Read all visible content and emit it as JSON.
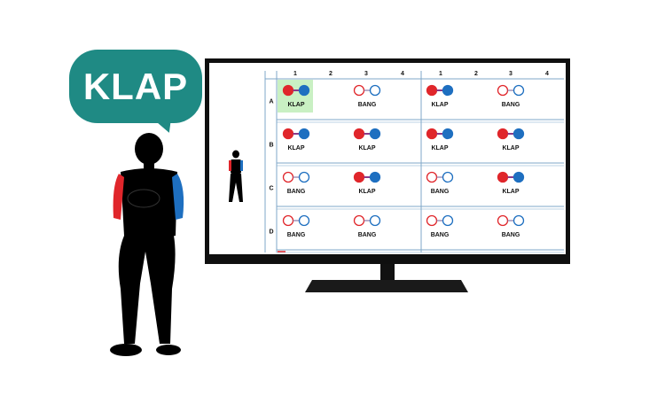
{
  "speech_bubble": {
    "text": "KLAP"
  },
  "grid": {
    "columns": [
      "1",
      "2",
      "3",
      "4",
      "1",
      "2",
      "3",
      "4"
    ],
    "rows": [
      {
        "label": "A",
        "cells": [
          {
            "state": "filled",
            "word": "KLAP",
            "highlight": true
          },
          {
            "state": "empty",
            "word": "BANG"
          },
          {
            "state": "filled",
            "word": "KLAP"
          },
          {
            "state": "empty",
            "word": "BANG"
          }
        ]
      },
      {
        "label": "B",
        "cells": [
          {
            "state": "filled",
            "word": "KLAP"
          },
          {
            "state": "filled",
            "word": "KLAP"
          },
          {
            "state": "filled",
            "word": "KLAP"
          },
          {
            "state": "filled",
            "word": "KLAP"
          }
        ]
      },
      {
        "label": "C",
        "cells": [
          {
            "state": "empty",
            "word": "BANG"
          },
          {
            "state": "filled",
            "word": "KLAP"
          },
          {
            "state": "empty",
            "word": "BANG"
          },
          {
            "state": "filled",
            "word": "KLAP"
          }
        ]
      },
      {
        "label": "D",
        "cells": [
          {
            "state": "empty",
            "word": "BANG"
          },
          {
            "state": "empty",
            "word": "BANG"
          },
          {
            "state": "empty",
            "word": "BANG"
          },
          {
            "state": "empty",
            "word": "BANG"
          }
        ]
      }
    ]
  },
  "colors": {
    "bubble": "#1f8a84",
    "left_arm": "#e0262b",
    "right_arm": "#1e6fc0",
    "highlight": "#c9f0c3",
    "grid_line": "#7fa7c9"
  }
}
